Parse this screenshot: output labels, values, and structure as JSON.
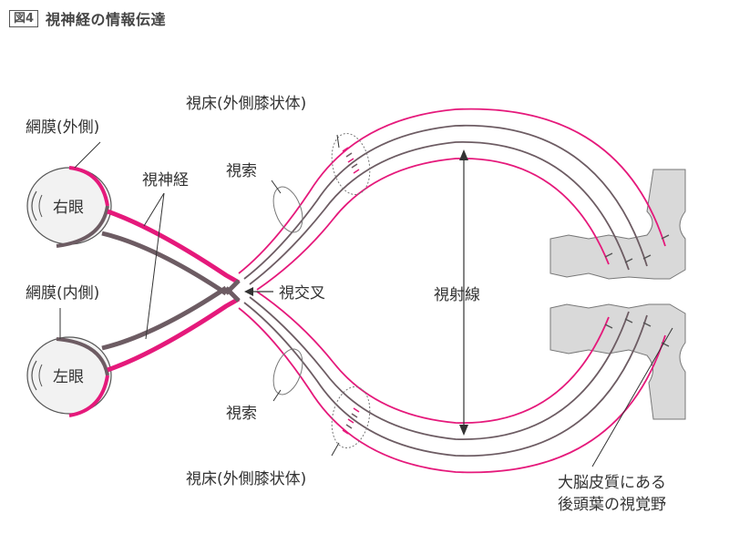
{
  "header": {
    "figure_number": "図4",
    "title": "視神経の情報伝達"
  },
  "labels": {
    "lgn_top": "視床(外側膝状体)",
    "retina_outer": "網膜(外側)",
    "optic_nerve": "視神経",
    "optic_tract_top": "視索",
    "right_eye": "右眼",
    "retina_inner": "網膜(内側)",
    "chiasm": "視交叉",
    "optic_radiation": "視射線",
    "left_eye": "左眼",
    "optic_tract_bottom": "視索",
    "lgn_bottom": "視床(外側膝状体)",
    "cortex_line1": "大脳皮質にある",
    "cortex_line2": "後頭葉の視覚野"
  },
  "colors": {
    "pathway_magenta": "#e5197b",
    "pathway_gray": "#6d5c63",
    "cortex_fill": "#d9d9d9",
    "eye_fill": "#f2f2f2",
    "line_dark": "#333333"
  }
}
